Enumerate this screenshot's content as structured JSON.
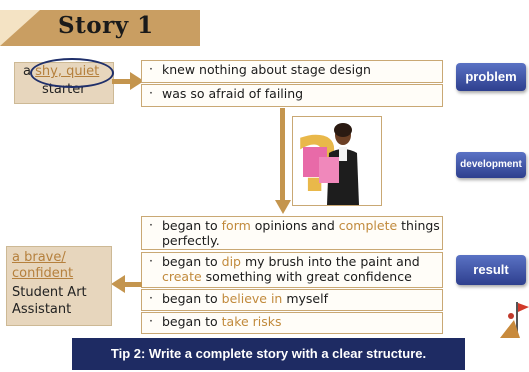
{
  "title": "Story 1",
  "starter": {
    "prefix": "a ",
    "highlight": "shy, quiet",
    "line2": "starter"
  },
  "assistant": {
    "line1": "a brave/",
    "line2": "confident",
    "line3": "Student Art",
    "line4": "Assistant"
  },
  "problem_statements": [
    {
      "bullet": "·",
      "text": "knew nothing about stage design"
    },
    {
      "bullet": "·",
      "text": "was so afraid of failing"
    }
  ],
  "result_statements": [
    {
      "bullet": "·",
      "p1": "began to ",
      "h1": "form",
      "p2": " opinions and ",
      "h2": "complete",
      "p3": " things",
      "line2": "perfectly."
    },
    {
      "bullet": "·",
      "p1": "began to ",
      "h1": "dip",
      "p2": " my brush into the paint and",
      "h2": "create",
      "p3": " something with great confidence"
    },
    {
      "bullet": "·",
      "p1": "began to ",
      "h1": "believe in",
      "p2": " myself"
    },
    {
      "bullet": "·",
      "p1": "began to ",
      "h1": "take risks",
      "p2": ""
    }
  ],
  "labels": {
    "problem": "problem",
    "development": "development",
    "result": "result"
  },
  "tip": "Tip 2: Write a complete story with a clear structure.",
  "colors": {
    "accent_gold": "#c4954e",
    "label_blue": "#2e3f8e",
    "tip_navy": "#1e2b63"
  }
}
